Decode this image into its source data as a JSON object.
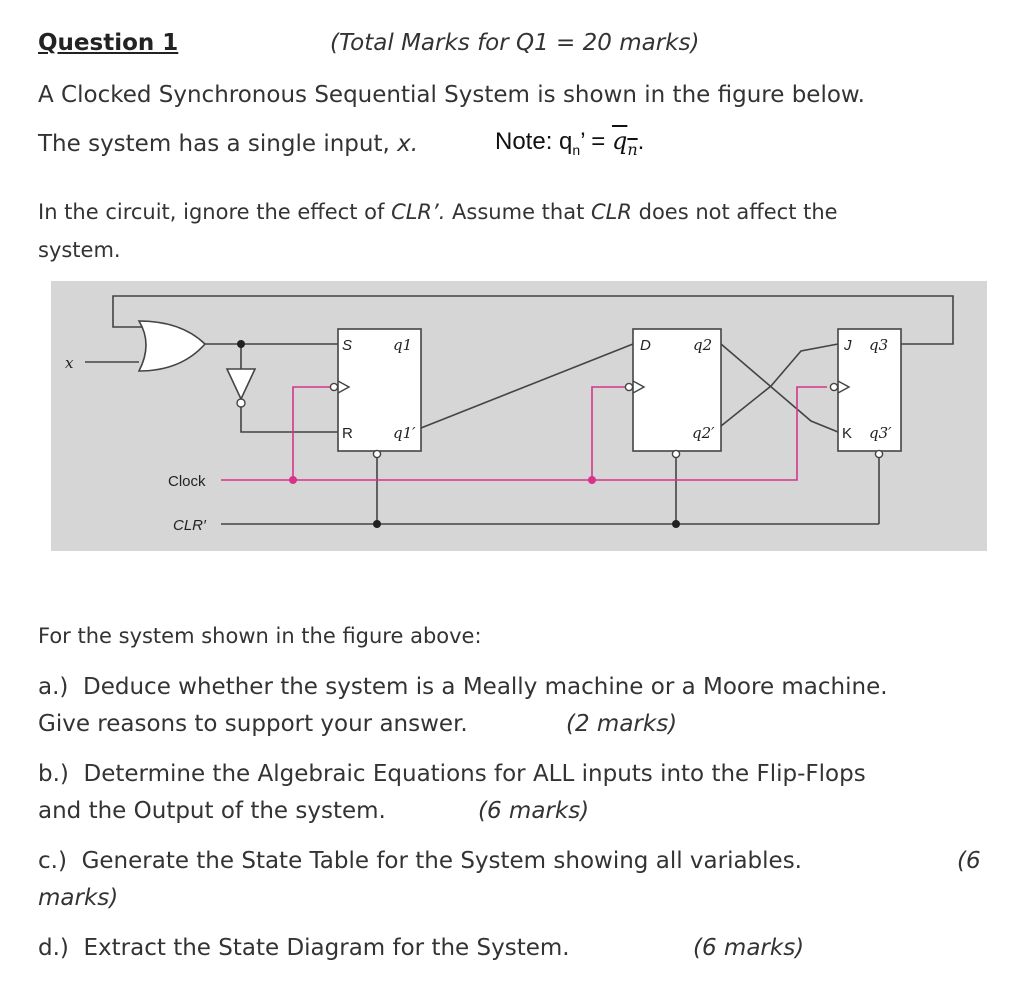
{
  "question": {
    "title": "Question 1",
    "total_marks": "(Total Marks for Q1  =  20 marks)",
    "intro_line1": "A Clocked Synchronous Sequential System is shown in the figure below.",
    "intro_line2": "The system has a single input, ",
    "intro_var": "x.",
    "note_prefix": "Note: q",
    "note_sub": "n",
    "note_mid": "’ = ",
    "note_q": "q",
    "note_n": "n",
    "note_end": ".",
    "clr_pre": "In the circuit, ignore the effect of ",
    "clr_1": "CLR’.",
    "clr_mid": " Assume that ",
    "clr_2": "CLR",
    "clr_post": " does not affect the",
    "clr_line2": "system."
  },
  "figure": {
    "background": "#d6d6d6",
    "wire_color": "#444444",
    "clock_color": "#d6348a",
    "labels": {
      "x": "x",
      "clock": "Clock",
      "clr": "CLR′",
      "ff1_s": "S",
      "ff1_r": "R",
      "ff1_q": "q1",
      "ff1_qp": "q1′",
      "ff2_d": "D",
      "ff2_q": "q2",
      "ff2_qp": "q2′",
      "ff3_j": "J",
      "ff3_k": "K",
      "ff3_q": "q3",
      "ff3_qp": "q3′"
    }
  },
  "parts": {
    "lead": "For the system shown in the figure above:",
    "a_label": "a.)",
    "a_text1": "Deduce whether the system is a Meally machine or a Moore machine.",
    "a_text2": "Give reasons to support your answer.",
    "a_marks": "(2  marks)",
    "b_label": "b.)",
    "b_text1": "Determine the Algebraic Equations for ALL inputs into the Flip-Flops",
    "b_text2": "and the Output of the system.",
    "b_marks": "(6  marks)",
    "c_label": "c.)",
    "c_text1": "Generate the State Table for the System showing all variables.",
    "c_marks_a": "(6",
    "c_marks_b": "marks)",
    "d_label": "d.)",
    "d_text": "Extract the State Diagram for the System.",
    "d_marks": "(6  marks)"
  }
}
